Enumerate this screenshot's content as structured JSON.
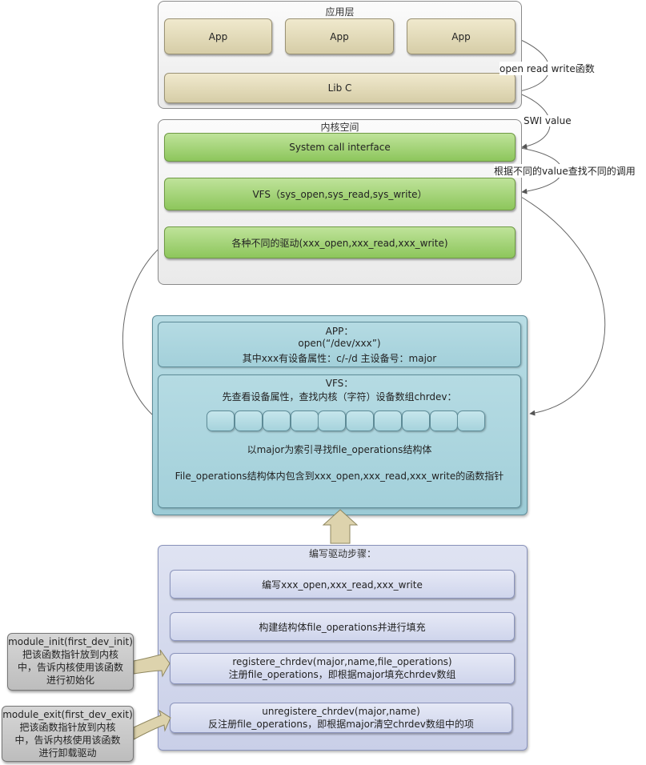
{
  "app_layer": {
    "title": "应用层",
    "apps": [
      "App",
      "App",
      "App"
    ],
    "libc": "Lib C"
  },
  "kernel": {
    "title": "内核空间",
    "syscall": "System call interface",
    "vfs": "VFS（sys_open,sys_read,sys_write）",
    "drivers": "各种不同的驱动(xxx_open,xxx_read,xxx_write)"
  },
  "edge_labels": {
    "open_read_write": "open read write函数",
    "swi": "SWI value",
    "dispatch": "根据不同的value查找不同的调用"
  },
  "flow": {
    "app": {
      "title": "APP：",
      "line1": "open(“/dev/xxx”)",
      "line2": "其中xxx有设备属性：c/-/d 主设备号：major"
    },
    "vfs": {
      "title": "VFS：",
      "line1": "先查看设备属性，查找内核（字符）设备数组chrdev：",
      "line2": "以major为索引寻找file_operations结构体",
      "line3": "File_operations结构体内包含到xxx_open,xxx_read,xxx_write的函数指针"
    }
  },
  "steps": {
    "title": "编写驱动步骤：",
    "items": [
      {
        "line1": "编写xxx_open,xxx_read,xxx_write"
      },
      {
        "line1": "构建结构体file_operations并进行填充"
      },
      {
        "line1": "registere_chrdev(major,name,file_operations)",
        "line2": "注册file_operations，即根据major填充chrdev数组"
      },
      {
        "line1": "unregistere_chrdev(major,name)",
        "line2": "反注册file_operations，即根据major清空chrdev数组中的项"
      }
    ]
  },
  "notes": {
    "init": {
      "line1": "module_init(first_dev_init)",
      "line2": "把该函数指针放到内核",
      "line3": "中，告诉内核使用该函数",
      "line4": "进行初始化"
    },
    "exit": {
      "line1": "module_exit(first_dev_exit)",
      "line2": "把该函数指针放到内核",
      "line3": "中，告诉内核使用该函数",
      "line4": "进行卸载驱动"
    }
  }
}
